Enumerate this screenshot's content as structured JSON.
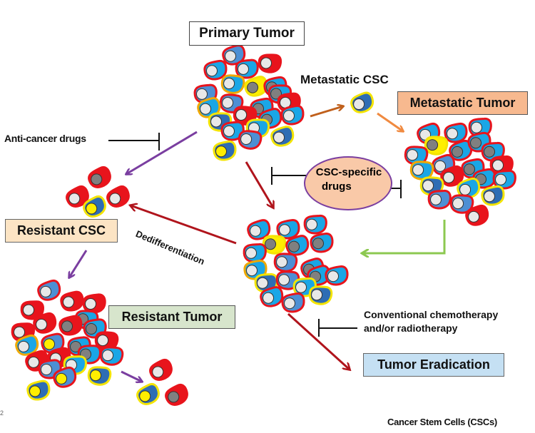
{
  "figure": {
    "labels": {
      "primary_tumor": "Primary Tumor",
      "metastatic_csc": "Metastatic CSC",
      "metastatic_tumor": "Metastatic Tumor",
      "anti_cancer_drugs": "Anti-cancer drugs",
      "csc_specific_drugs_line1": "CSC-specific",
      "csc_specific_drugs_line2": "drugs",
      "resistant_csc": "Resistant CSC",
      "dedifferentiation": "Dedifferentiation",
      "resistant_tumor": "Resistant Tumor",
      "conventional_line1": "Conventional chemotherapy",
      "conventional_line2": "and/or radiotherapy",
      "tumor_eradication": "Tumor Eradication",
      "footer": "Cancer Stem Cells (CSCs)",
      "page_marker": "2"
    },
    "colors": {
      "cell_border_red": "#e8141c",
      "cell_border_yellow": "#f4e400",
      "cell_border_orange": "#f0a800",
      "cell_body_light_blue": "#1aa6e6",
      "cell_body_mid_blue": "#4d8fd4",
      "cell_body_dark_blue": "#2e6db4",
      "cell_body_red": "#e8141c",
      "nucleus_white": "#e8e8e8",
      "nucleus_gray": "#808080",
      "nucleus_yellow": "#ffee00",
      "arrow_purple": "#7a3ea0",
      "arrow_darkred": "#b0141c",
      "arrow_brown": "#c0601c",
      "arrow_orange": "#f08a40",
      "arrow_green": "#8cc850",
      "primary_box_bg": "#ffffff",
      "metastatic_box_bg": "#f7b98f",
      "resistant_csc_box_bg": "#fce4c4",
      "resistant_tumor_box_bg": "#d7e5cc",
      "eradication_box_bg": "#c5e0f3",
      "csc_drug_ellipse_bg": "#f9c9a8"
    },
    "nodes": [
      {
        "id": "primary-tumor",
        "label_key": "primary_tumor"
      },
      {
        "id": "metastatic-csc",
        "label_key": "metastatic_csc"
      },
      {
        "id": "metastatic-tumor",
        "label_key": "metastatic_tumor"
      },
      {
        "id": "resistant-csc",
        "label_key": "resistant_csc"
      },
      {
        "id": "central-tumor",
        "label_key": ""
      },
      {
        "id": "resistant-tumor",
        "label_key": "resistant_tumor"
      },
      {
        "id": "tumor-eradication",
        "label_key": "tumor_eradication"
      }
    ],
    "edges": [
      {
        "from": "primary-tumor",
        "to": "metastatic-csc",
        "style": "arrow",
        "color": "arrow_brown"
      },
      {
        "from": "metastatic-csc",
        "to": "metastatic-tumor",
        "style": "arrow",
        "color": "arrow_orange"
      },
      {
        "from": "primary-tumor",
        "to": "resistant-csc",
        "style": "arrow",
        "color": "arrow_purple",
        "inhibited_by": "anti_cancer_drugs"
      },
      {
        "from": "primary-tumor",
        "to": "central-tumor",
        "style": "arrow",
        "color": "arrow_darkred",
        "inhibited_by": "csc_specific_drugs"
      },
      {
        "from": "metastatic-tumor",
        "to": "central-tumor",
        "style": "elbow-arrow",
        "color": "arrow_green",
        "inhibited_by": "csc_specific_drugs"
      },
      {
        "from": "central-tumor",
        "to": "resistant-csc",
        "style": "arrow",
        "color": "arrow_darkred",
        "label_key": "dedifferentiation"
      },
      {
        "from": "resistant-csc",
        "to": "resistant-tumor",
        "style": "arrow",
        "color": "arrow_purple"
      },
      {
        "from": "resistant-tumor",
        "to": "resistant-csc-offspring",
        "style": "arrow",
        "color": "arrow_purple"
      },
      {
        "from": "central-tumor",
        "to": "tumor-eradication",
        "style": "arrow",
        "color": "arrow_darkred",
        "inhibited_by": "conventional_therapy"
      }
    ]
  }
}
